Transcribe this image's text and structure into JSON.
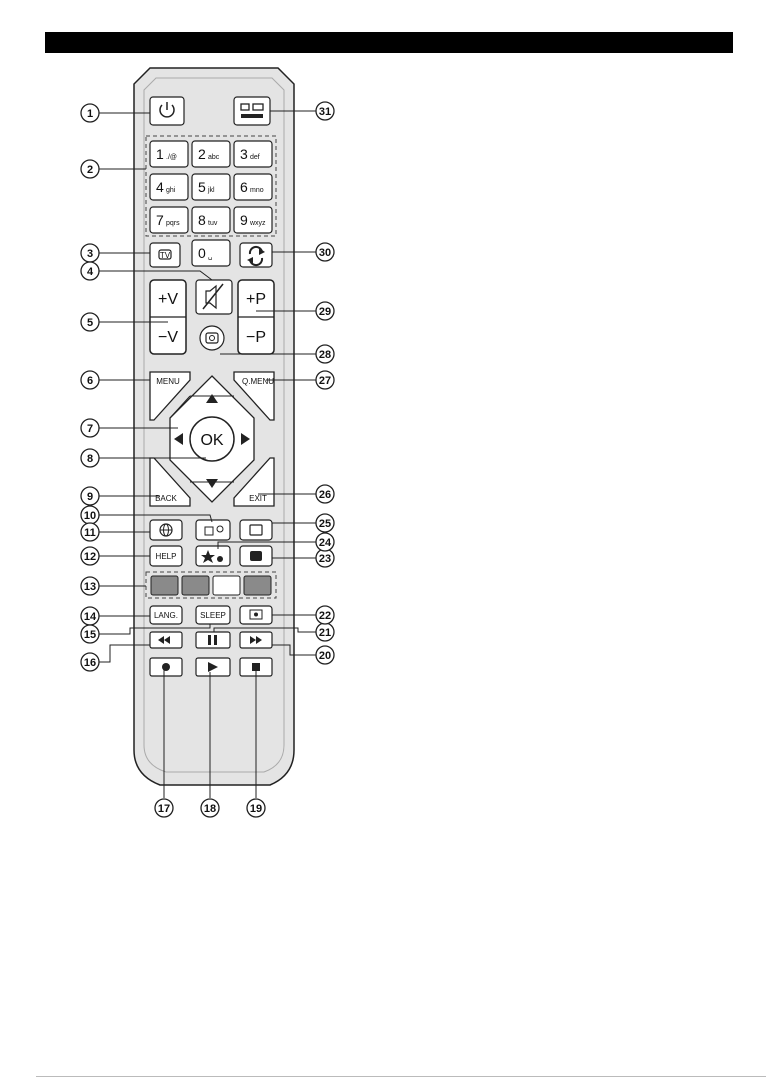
{
  "header_color": "#000000",
  "remote_body_color": "#e4e4e4",
  "numeric_keys": [
    {
      "digit": "1",
      "sub": "./@"
    },
    {
      "digit": "2",
      "sub": "abc"
    },
    {
      "digit": "3",
      "sub": "def"
    },
    {
      "digit": "4",
      "sub": "ghi"
    },
    {
      "digit": "5",
      "sub": "jkl"
    },
    {
      "digit": "6",
      "sub": "mno"
    },
    {
      "digit": "7",
      "sub": "pqrs"
    },
    {
      "digit": "8",
      "sub": "tuv"
    },
    {
      "digit": "9",
      "sub": "wxyz"
    },
    {
      "digit": "0",
      "sub": "␣"
    }
  ],
  "labels": {
    "vol_up": "+V",
    "vol_down": "−V",
    "prog_up": "+P",
    "prog_down": "−P",
    "menu": "MENU",
    "q_menu": "Q.MENU",
    "ok": "OK",
    "back": "BACK",
    "exit": "EXIT",
    "help": "HELP",
    "lang": "LANG.",
    "sleep": "SLEEP",
    "tv": "TV"
  },
  "color_keys": [
    "#8a8a8a",
    "#8a8a8a",
    "#ffffff",
    "#8a8a8a"
  ],
  "callouts": [
    "1",
    "2",
    "3",
    "4",
    "5",
    "6",
    "7",
    "8",
    "9",
    "10",
    "11",
    "12",
    "13",
    "14",
    "15",
    "16",
    "17",
    "18",
    "19",
    "20",
    "21",
    "22",
    "23",
    "24",
    "25",
    "26",
    "27",
    "28",
    "29",
    "30",
    "31"
  ],
  "icons": [
    "power-icon",
    "source-icon",
    "tv-icon",
    "mute-icon",
    "swap-icon",
    "home-icon",
    "arrow-up-icon",
    "arrow-down-icon",
    "arrow-left-icon",
    "arrow-right-icon",
    "globe-icon",
    "media-browser-icon",
    "text-icon",
    "favourites-icon",
    "subtitle-icon",
    "screen-icon",
    "rewind-icon",
    "pause-icon",
    "fast-forward-icon",
    "record-icon",
    "play-icon",
    "stop-icon"
  ]
}
